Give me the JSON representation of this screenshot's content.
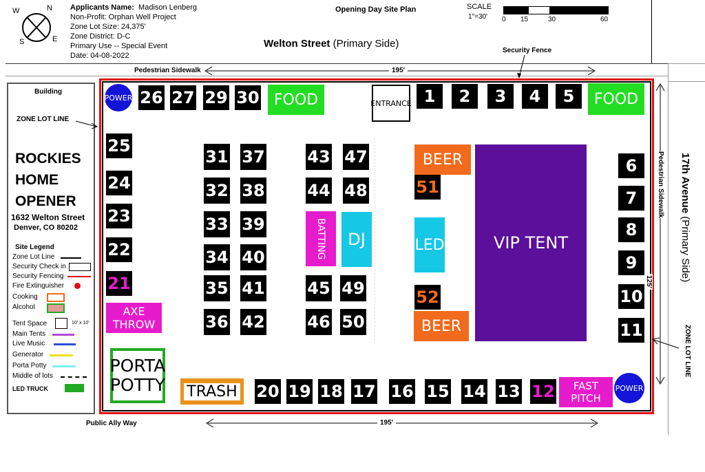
{
  "header": {
    "applicant_label": "Applicants Name:",
    "applicant_name": "Madison Lenberg",
    "nonprofit": "Non-Profit:  Orphan Well Project",
    "lot_size": "Zone Lot Size: 24,375'",
    "district": "Zone District: D-C",
    "primary_use": "Primary Use -- Special Event",
    "date": "Date: 04-08-2022",
    "plan_title": "Opening Day Site Plan",
    "scale_label": "SCALE",
    "scale_value": "1\"=30'",
    "scale_ticks": [
      "0",
      "15",
      "30",
      "60"
    ]
  },
  "compass": {
    "n": "N",
    "s": "S",
    "e": "E",
    "w": "W"
  },
  "streets": {
    "welton_bold": "Welton Street",
    "welton_rest": " (Primary Side)",
    "ave_bold": "17th Avenue",
    "ave_rest": " (Primary Side)",
    "ped_top": "Pedestrian Sidewalk",
    "ped_right": "Pedestrian Sidewalk",
    "alley": "Public Ally Way",
    "dim_top": "195'",
    "dim_bottom": "195'",
    "dim_right": "125'",
    "security_fence": "Security Fence",
    "zone_lot_line_left": "ZONE LOT LINE",
    "zone_lot_line_right": "ZONE LOT LINE"
  },
  "sidebar": {
    "building": "Building",
    "title1": "ROCKIES",
    "title2": "HOME",
    "title3": "OPENER",
    "address1": "1632 Welton Street",
    "address2": "Denver, CO 80202",
    "legend_title": "Site Legend",
    "legend": {
      "zone_lot_line": "Zone Lot Line",
      "security_check": "Security Check in",
      "security_fencing": "Security Fencing",
      "fire_ext": "Fire Extinguisher",
      "cooking": "Cooking",
      "alcohol": "Alcohol",
      "tent_space": "Tent Space",
      "tent_size": "10' x 10'",
      "main_tents": "Main Tents",
      "live_music": "Live Music",
      "generator": "Generator",
      "porta_potty": "Porta Potty",
      "middle_lots": "Middle of lots",
      "led_truck": "LED TRUCK"
    }
  },
  "site": {
    "tents": [
      "1",
      "2",
      "3",
      "4",
      "5",
      "6",
      "7",
      "8",
      "9",
      "10",
      "11",
      "12",
      "13",
      "14",
      "15",
      "16",
      "17",
      "18",
      "19",
      "20",
      "21",
      "22",
      "23",
      "24",
      "25",
      "26",
      "27",
      "29",
      "30",
      "31",
      "32",
      "33",
      "34",
      "35",
      "36",
      "37",
      "38",
      "39",
      "40",
      "41",
      "42",
      "43",
      "44",
      "45",
      "46",
      "47",
      "48",
      "49",
      "50",
      "51",
      "52"
    ],
    "food1": "FOOD",
    "food2": "FOOD",
    "entrance": "ENTRANCE",
    "beer1": "BEER",
    "beer2": "BEER",
    "vip": "VIP TENT",
    "led": "LED",
    "dj": "DJ",
    "batting": "BATTING",
    "axe": "AXE THROW",
    "porta1": "PORTA",
    "porta2": "POTTY",
    "trash": "TRASH",
    "fast_pitch": "FAST PITCH",
    "power1": "POWER",
    "power2": "POWER"
  },
  "colors": {
    "fence": "#e01010",
    "food": "#22dd22",
    "beer": "#f26a1b",
    "vip": "#5b0f9a",
    "led": "#15c8e6",
    "pink": "#e61ccc",
    "trash": "#e8921b",
    "power": "#1414d8"
  }
}
